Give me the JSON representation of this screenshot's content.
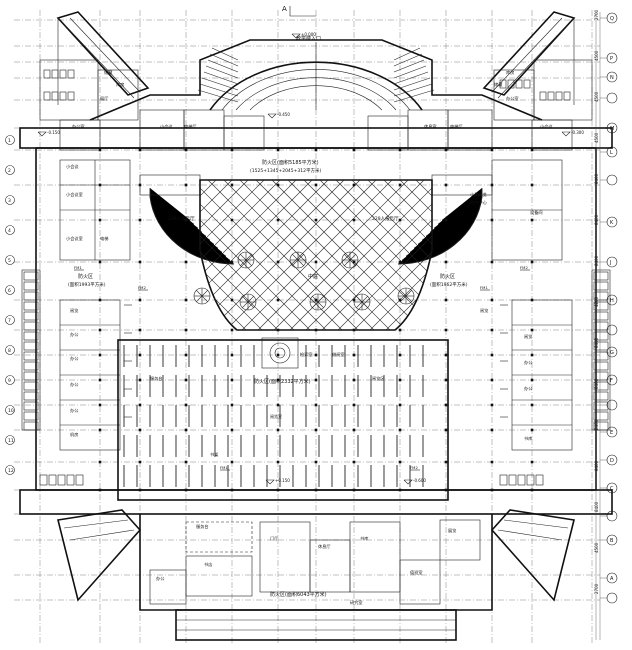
{
  "section_mark": "A",
  "entrance_label": "教学楼入口",
  "fire_zones": {
    "center": {
      "name": "防火区(面积5185平方米)",
      "detail": "(1525+1345+2045+312平方米)"
    },
    "left": {
      "name": "防火区",
      "detail": "(面积1993平方米)"
    },
    "right": {
      "name": "防火区",
      "detail": "(面积1962平方米)"
    },
    "lower": {
      "name": "防火区(面积2332平方米)"
    },
    "bottom": {
      "name": "防火区(面积6043平方米)"
    }
  },
  "lecture_halls": {
    "left": "229人报告厅",
    "right": "229人报告厅"
  },
  "atrium_label": "中庭",
  "reading_label": "阅览室",
  "room_labels": {
    "top_left": [
      "储藏",
      "库房",
      "展厅",
      "办公室",
      "小会议",
      "电梯厅"
    ],
    "top_right": [
      "库房",
      "储藏",
      "办公室",
      "小会议",
      "电梯厅",
      "休息室"
    ],
    "left_mid": [
      "小会议",
      "小会议室",
      "小会议室",
      "电梯"
    ],
    "right_mid": [
      "小型展览",
      "研究中心",
      "设备间"
    ],
    "left_lower": [
      "阅览",
      "办公",
      "办公",
      "办公",
      "办公",
      "机房"
    ],
    "right_lower": [
      "阅览",
      "阅览",
      "办公",
      "办公",
      "书库"
    ],
    "center_lower": [
      "服务台",
      "检索室",
      "借阅室",
      "阅览区",
      "书架"
    ],
    "bottom": [
      "服务台",
      "书店",
      "办公",
      "门厅",
      "休息厅",
      "书库",
      "值班室",
      "展览",
      "研究室"
    ]
  },
  "elevations": [
    "±0.000",
    "-0.450",
    "-0.150",
    "-0.300",
    "+0.150",
    "-0.600"
  ],
  "axis_left_numbers": [
    "1",
    "2",
    "3",
    "4",
    "5",
    "6",
    "7",
    "8",
    "9",
    "10",
    "11",
    "12"
  ],
  "axis_right_letters": [
    "Q",
    "P",
    "N",
    "M",
    "L",
    "K",
    "J",
    "H",
    "G",
    "F",
    "E",
    "D",
    "C",
    "B",
    "A"
  ],
  "axis_right_numbers": [
    "2700",
    "4500",
    "4500",
    "4500",
    "8400",
    "8400",
    "8400",
    "4200",
    "8400",
    "8400",
    "8400",
    "8400",
    "8400",
    "4500",
    "2700"
  ],
  "fire_marks": [
    "FM1",
    "FM2",
    "FM2",
    "FM1",
    "FM1",
    "FM2"
  ]
}
